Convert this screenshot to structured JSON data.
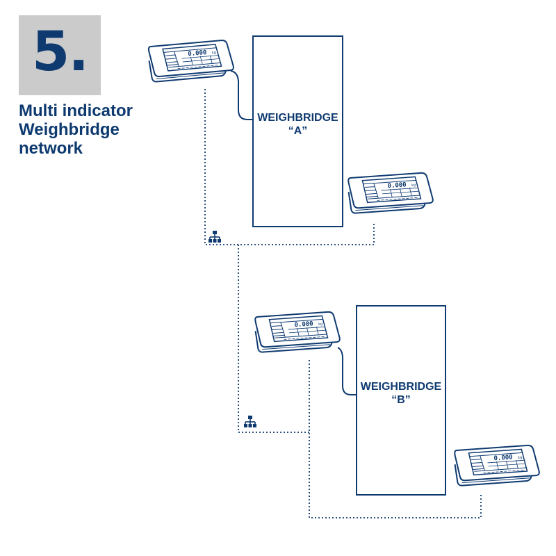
{
  "step": {
    "number": "5."
  },
  "title": {
    "lines": [
      "Multi indicator",
      "Weighbridge",
      "network"
    ]
  },
  "weighbridges": [
    {
      "name": "WEIGHBRIDGE",
      "id": "“A”"
    },
    {
      "name": "WEIGHBRIDGE",
      "id": "“B”"
    }
  ],
  "indicator_display": {
    "reading": "0.000",
    "unit": "kg"
  },
  "colors": {
    "primary": "#0e3a70",
    "step_box": "#cbcbcb",
    "background": "#ffffff"
  },
  "icons": [
    "network-icon",
    "network-icon",
    "weighing-indicator-icon"
  ]
}
